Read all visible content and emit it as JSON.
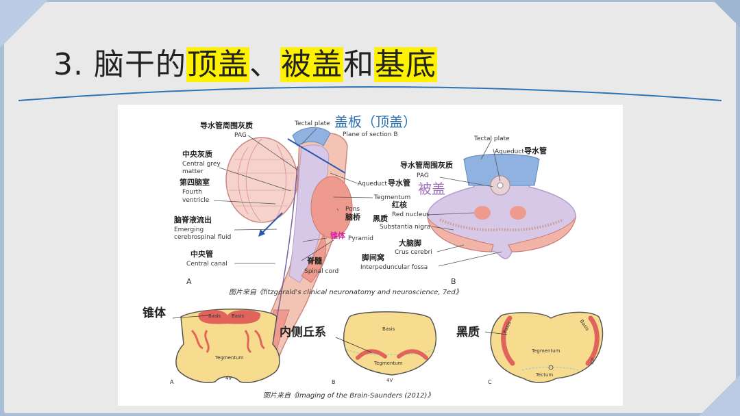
{
  "title": {
    "prefix": "3. 脑干的",
    "hl1": "顶盖",
    "sep": "、",
    "hl2": "被盖",
    "mid": "和",
    "hl3": "基底"
  },
  "colors": {
    "highlight": "#fff200",
    "accent_blue": "#2e74b5",
    "purple": "#a070c0",
    "magenta": "#d020a0",
    "tissue_pink": "#f2a8a0",
    "tissue_yellow": "#f7dc8f",
    "tissue_blue": "#8fb2e0",
    "tissue_lavender": "#d8c8e8"
  },
  "figA": {
    "pag_cn": "导水管周围灰质",
    "pag_en": "PAG",
    "central_grey_cn": "中央灰质",
    "central_grey_en1": "Central grey",
    "central_grey_en2": "matter",
    "fourth_cn": "第四脑室",
    "fourth_en1": "Fourth",
    "fourth_en2": "ventricle",
    "csf_cn": "脑脊液流出",
    "csf_en1": "Emerging",
    "csf_en2": "cerebrospinal fluid",
    "canal_cn": "中央管",
    "canal_en": "Central canal",
    "tectal_plate": "Tectal plate",
    "tectum_cn": "盖板（顶盖）",
    "plane_b": "Plane of section B",
    "aqueduct_en": "Aqueduct",
    "aqueduct_cn": "导水管",
    "tegmentum": "Tegmentum",
    "pons_en": "Pons",
    "pons_cn": "脑桥",
    "pyramid_cn": "锥体",
    "pyramid_en": "Pyramid",
    "cord_cn": "脊髓",
    "cord_en": "Spinal cord",
    "letter": "A"
  },
  "figB": {
    "tectal_plate": "Tectal plate",
    "aqueduct_en": "Aqueduct",
    "aqueduct_cn": "导水管",
    "pag_cn": "导水管周围灰质",
    "pag_en": "PAG",
    "tegmentum_cn": "被盖",
    "red_cn": "红核",
    "red_en": "Red nucleus",
    "nigra_cn": "黑质",
    "nigra_en": "Substantia nigra",
    "crus_cn": "大脑脚",
    "crus_en": "Crus cerebri",
    "fossa_cn": "脚间窝",
    "fossa_en": "Interpeduncular fossa",
    "letter": "B"
  },
  "caption1": "图片来自《fitzgerald's clinical neuronatomy and neuroscience, 7ed》",
  "bottom": {
    "a_label": "锥体",
    "a_basis_left": "Basis",
    "a_basis_right": "Basis",
    "a_tegmentum": "Tegmentum",
    "a_4v": "4V",
    "a_letter": "A",
    "b_label": "内侧丘系",
    "b_basis": "Basis",
    "b_tegmentum": "Tegmentum",
    "b_4v": "4V",
    "b_letter": "B",
    "c_label": "黑质",
    "c_basis_left": "Basis",
    "c_basis_right": "Basis",
    "c_tegmentum": "Tegmentum",
    "c_tectum": "Tectum",
    "c_letter": "C",
    "c_credit": "ICP"
  },
  "caption2": "图片来自《Imaging of the Brain-Saunders (2012)》"
}
